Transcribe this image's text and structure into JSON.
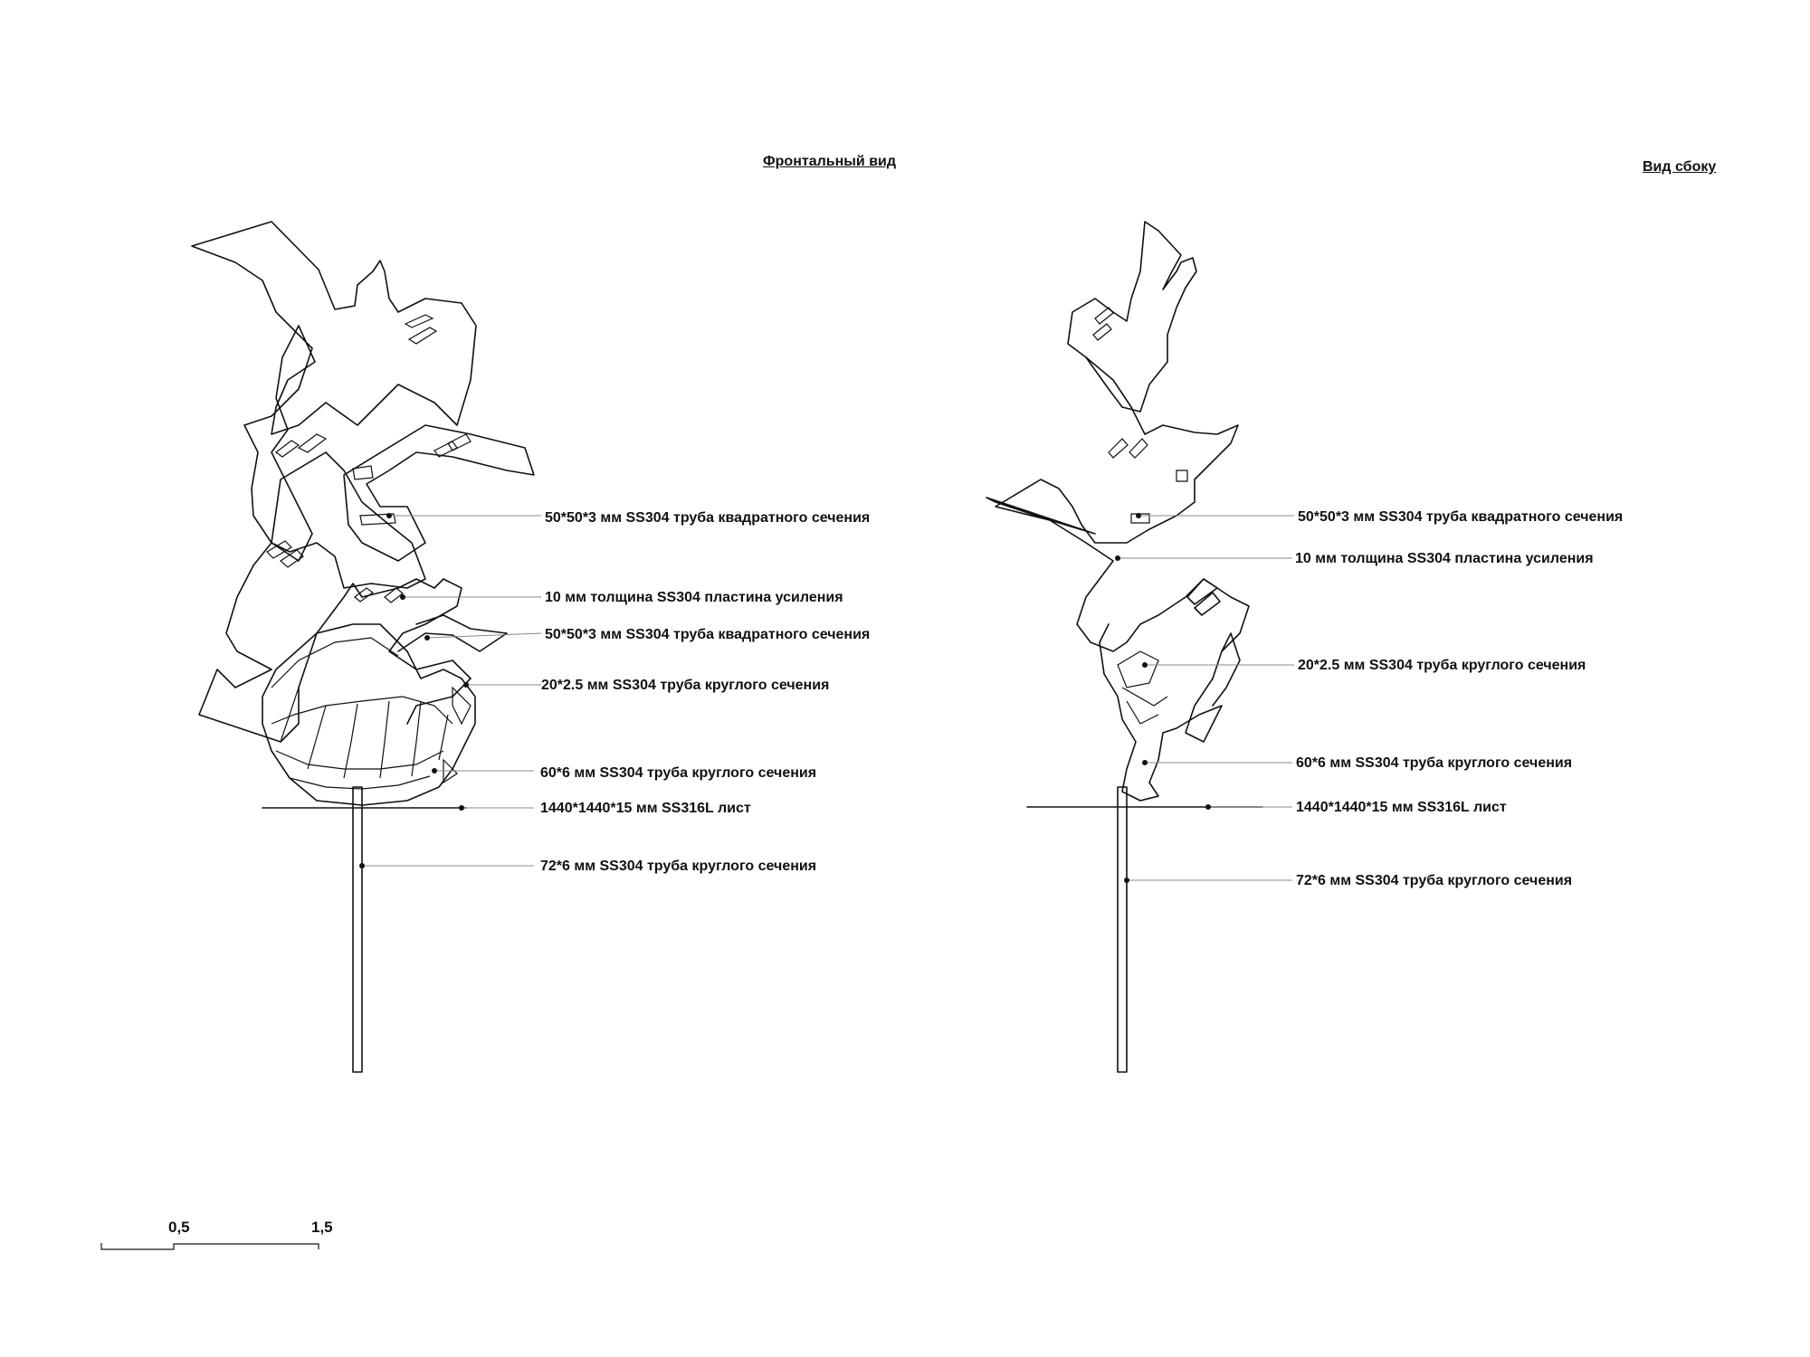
{
  "titles": {
    "front": "Фронтальный вид",
    "side": "Вид сбоку"
  },
  "front_callouts": [
    "50*50*3 мм SS304 труба квадратного сечения",
    "10 мм толщина SS304 пластина усиления",
    "50*50*3 мм SS304 труба квадратного сечения",
    "20*2.5 мм SS304 труба круглого сечения",
    "60*6 мм SS304 труба круглого сечения",
    "1440*1440*15 мм SS316L лист",
    "72*6 мм SS304 труба круглого сечения"
  ],
  "side_callouts": [
    "50*50*3 мм SS304 труба квадратного сечения",
    "10 мм толщина SS304 пластина усиления",
    "20*2.5 мм SS304 труба круглого сечения",
    "60*6 мм SS304 труба круглого сечения",
    "1440*1440*15 мм SS316L лист",
    "72*6 мм SS304 труба круглого сечения"
  ],
  "scale": {
    "label_a": "0,5",
    "label_b": "1,5"
  }
}
